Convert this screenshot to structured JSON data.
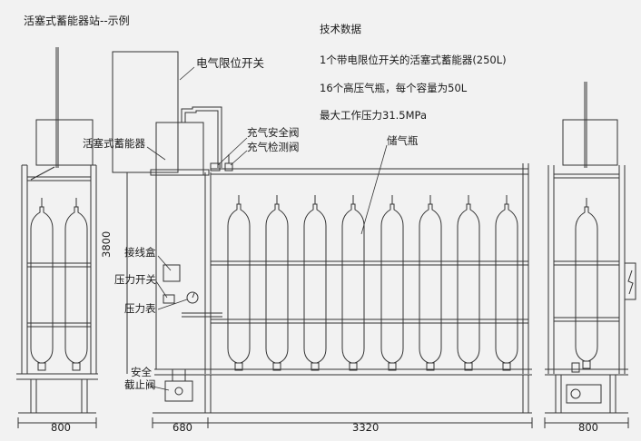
{
  "title": "活塞式蓄能器站--示例",
  "specs": {
    "heading": "技术数据",
    "line1": "1个带电限位开关的活塞式蓄能器(250L)",
    "line2": "16个高压气瓶，每个容量为50L",
    "line3": "最大工作压力31.5MPa"
  },
  "labels": {
    "limit_switch": "电气限位开关",
    "piston_accumulator": "活塞式蓄能器",
    "charging_safety_valve": "充气安全阀",
    "charging_test_valve": "充气检测阀",
    "gas_bottle": "储气瓶",
    "junction_box": "接线盒",
    "pressure_switch": "压力开关",
    "pressure_gauge": "压力表",
    "safety_shutoff_valve_line1": "安全",
    "safety_shutoff_valve_line2": "截止阀"
  },
  "dimensions": {
    "height": "3800",
    "left_width": "800",
    "accumulator_width": "680",
    "bottle_rack_width": "3320",
    "right_width": "800"
  },
  "colors": {
    "line": "#333333",
    "background": "#f2f2f2"
  }
}
